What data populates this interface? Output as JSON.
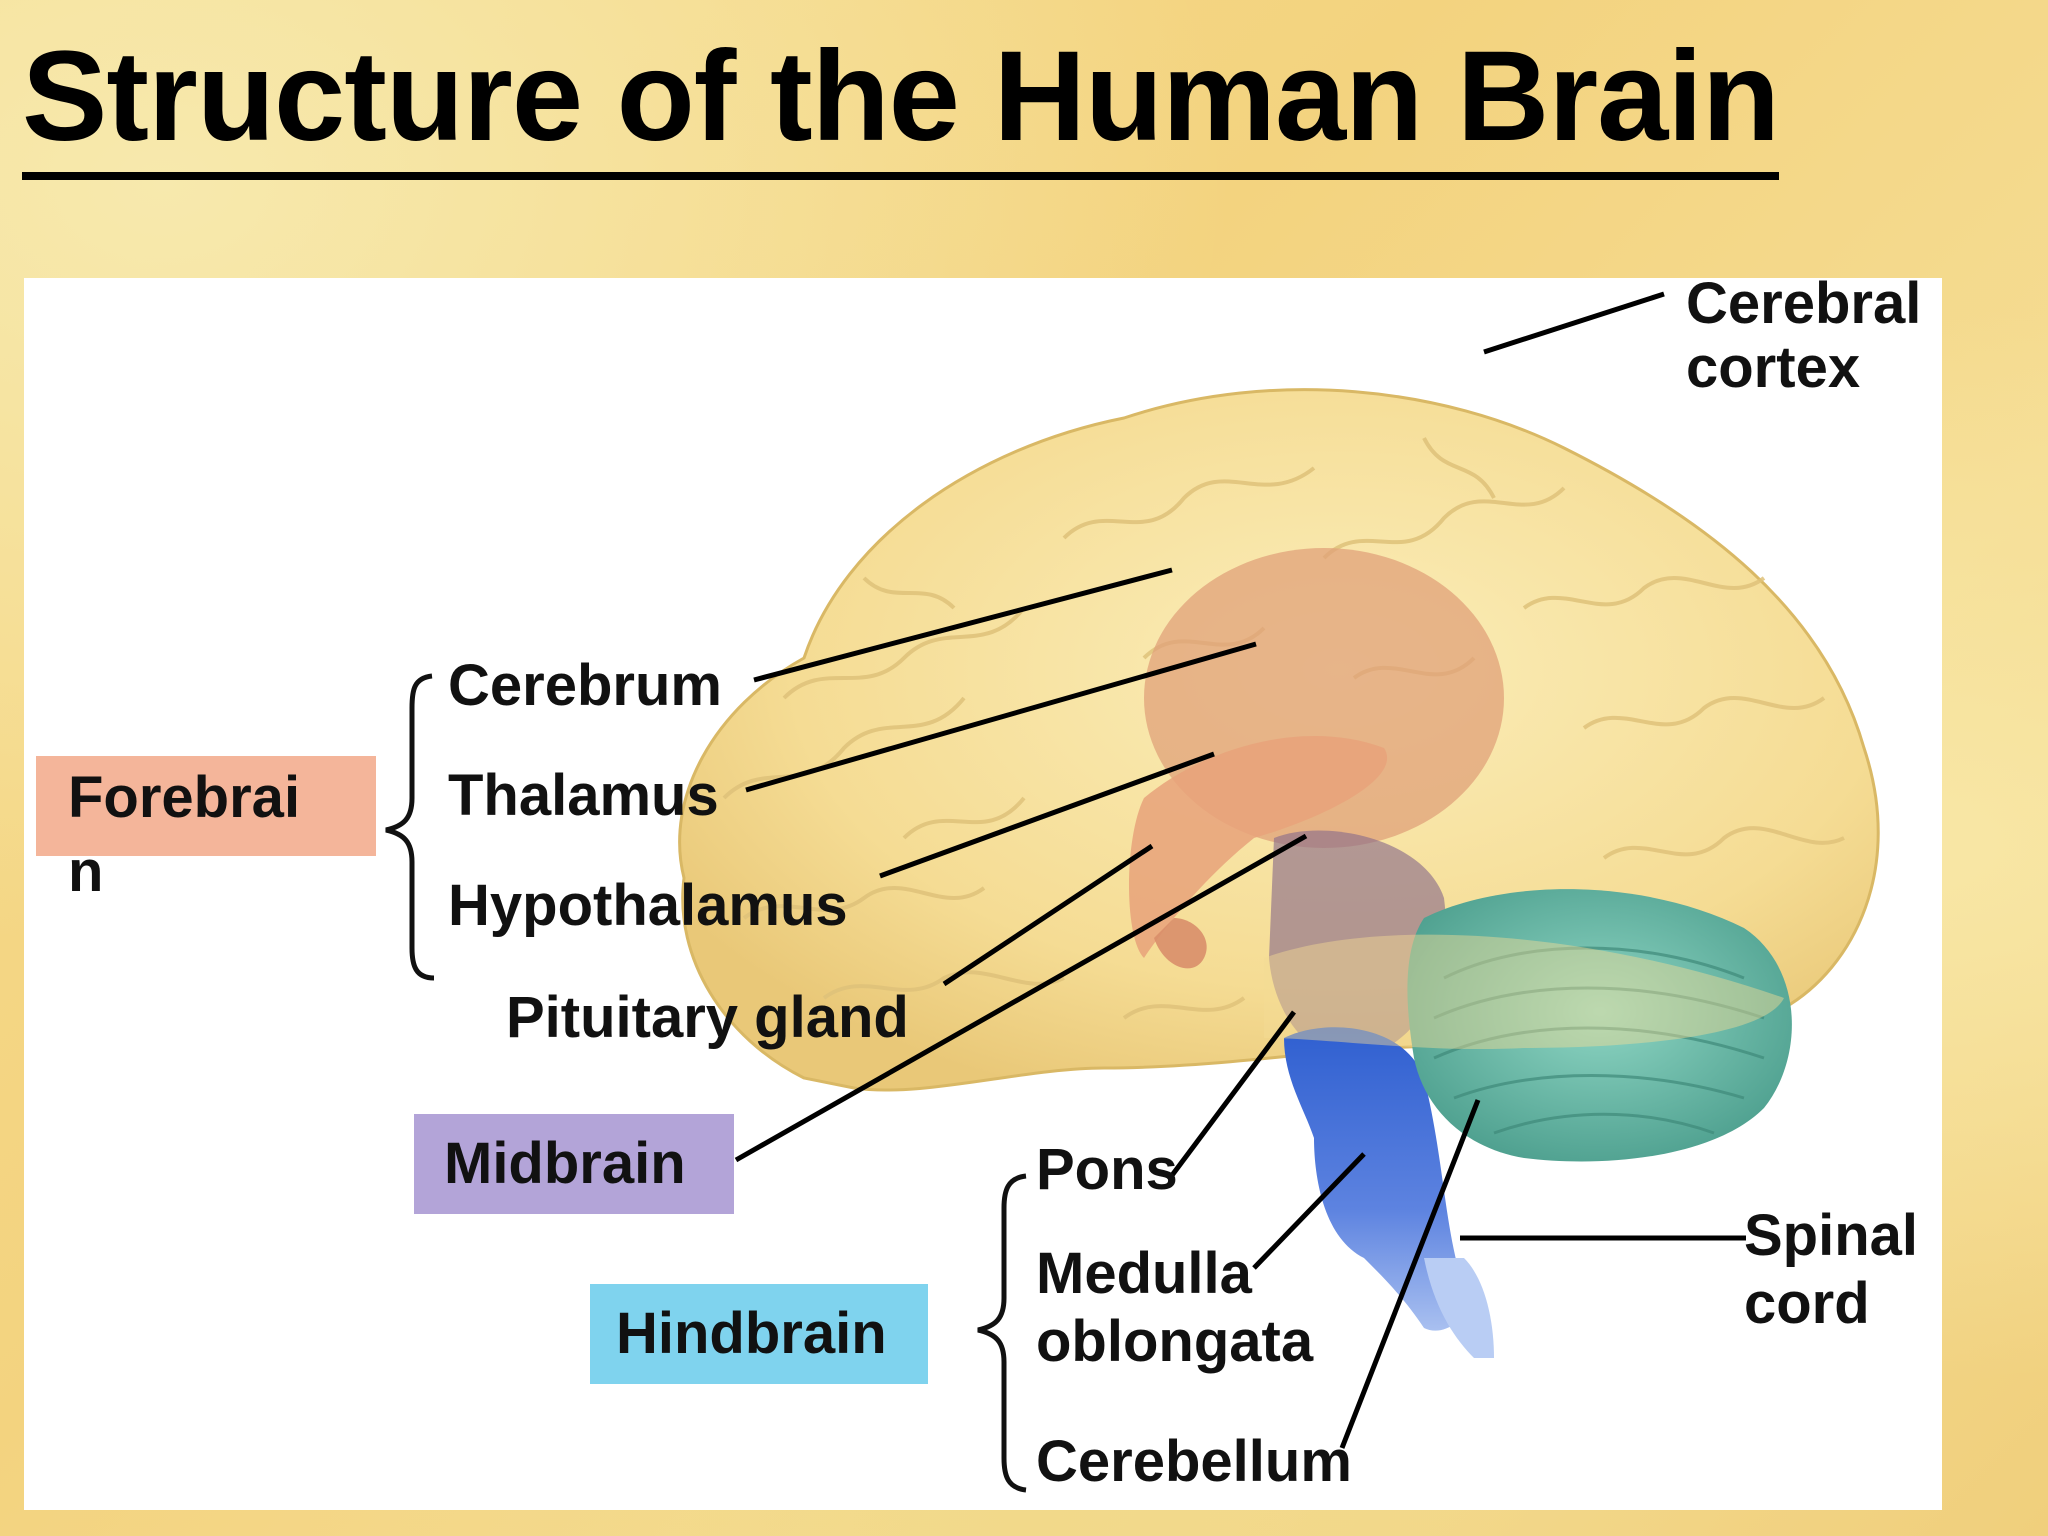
{
  "title": "Structure of the Human Brain",
  "groups": {
    "forebrain": "Forebrai",
    "forebrain_wrap": "n",
    "midbrain": "Midbrain",
    "hindbrain": "Hindbrain"
  },
  "labels": {
    "cerebral_cortex_1": "Cerebral",
    "cerebral_cortex_2": "cortex",
    "cerebrum": "Cerebrum",
    "thalamus": "Thalamus",
    "hypothalamus": "Hypothalamus",
    "pituitary": "Pituitary gland",
    "pons": "Pons",
    "medulla_1": "Medulla",
    "medulla_2": "oblongata",
    "cerebellum": "Cerebellum",
    "spinal_1": "Spinal",
    "spinal_2": "cord"
  },
  "colors": {
    "forebrain_box": "#f4b59a",
    "midbrain_box": "#b3a4d8",
    "hindbrain_box": "#7fd3ee",
    "cerebrum_fill": "#f7e4a0",
    "cerebellum_fill": "#6fbfae",
    "brainstem_fill": "#3f6fd8",
    "thalamus_fill": "#e0a27a"
  }
}
